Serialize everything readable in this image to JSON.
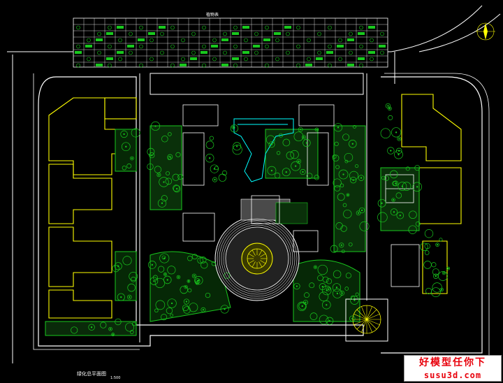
{
  "legend": {
    "title": "植物表"
  },
  "drawing": {
    "title": "绿化总平面图",
    "scale": "1:500"
  },
  "watermark": {
    "line1": "好模型任你下",
    "line2": "susu3d.com"
  },
  "colors": {
    "background": "#000000",
    "plant_green": "#19c81e",
    "building_yellow": "#ffff00",
    "outline_white": "#ffffff",
    "water_cyan": "#00ffff",
    "plaza_gray": "#4a4a4a",
    "watermark_red": "#e8000b"
  }
}
